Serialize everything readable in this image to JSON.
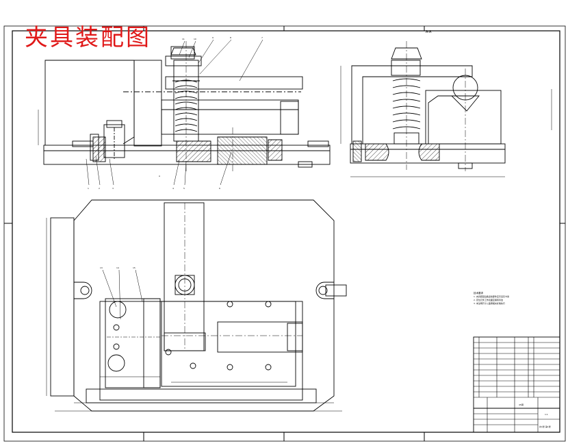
{
  "title": "夹具装配图",
  "views": {
    "section_label": "A-A"
  },
  "balloons_top": [
    "11",
    "10",
    "9",
    "8",
    "7"
  ],
  "balloons_bottom": [
    "1",
    "2",
    "3",
    "A",
    "4",
    "5",
    "6"
  ],
  "balloons_plan": [
    "13",
    "14",
    "15"
  ],
  "notes": {
    "heading": "技术要求",
    "lines": [
      "1. 夹具装配后各运动部件应灵活无卡滞",
      "2. 定位元件工作表面应保持清洁",
      "3. 未注明尺寸公差按相关标准执行"
    ]
  },
  "title_block": {
    "material": "45钢",
    "scale": "1:1",
    "sheet": "共1张 第1张"
  },
  "colors": {
    "title": "#e01818",
    "line": "#000000",
    "hatch": "#000000"
  }
}
